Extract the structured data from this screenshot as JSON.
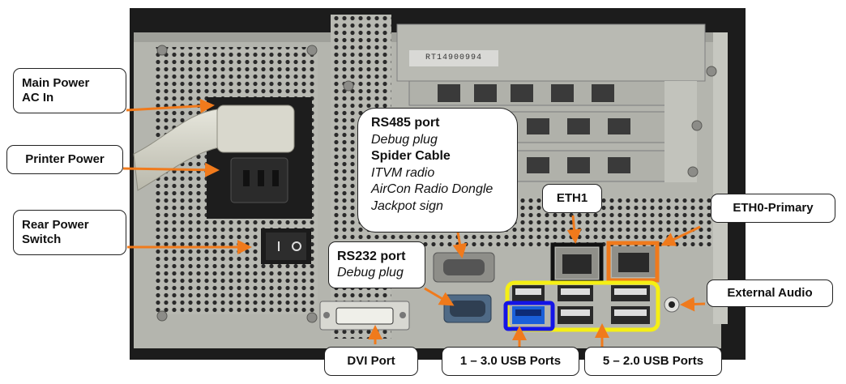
{
  "labels": {
    "main_power": [
      "Main Power",
      "AC  In"
    ],
    "printer_power": "Printer Power",
    "rear_power_switch": [
      "Rear Power",
      "Switch"
    ],
    "rs485": {
      "lines": [
        {
          "text": "RS485 port",
          "style": "bold"
        },
        {
          "text": "Debug plug",
          "style": "italic"
        },
        {
          "text": "Spider Cable",
          "style": "bold"
        },
        {
          "text": "ITVM radio",
          "style": "italic"
        },
        {
          "text": "AirCon Radio Dongle",
          "style": "italic"
        },
        {
          "text": "Jackpot sign",
          "style": "italic"
        }
      ]
    },
    "rs232": {
      "title": "RS232 port",
      "sub": "Debug plug"
    },
    "eth1": "ETH1",
    "eth0": "ETH0-Primary",
    "external_audio": "External Audio",
    "dvi_port": "DVI Port",
    "usb30": "1 – 3.0 USB Ports",
    "usb20": "5 – 2.0 USB Ports"
  },
  "sticker_text": "RT14900994",
  "colors": {
    "arrow": "#f07a1c",
    "eth1_box": "#111111",
    "eth0_box": "#f07a1c",
    "usb20_box": "#f5ef14",
    "usb30_box": "#1414e6",
    "chassis": "#b4b5ae"
  }
}
